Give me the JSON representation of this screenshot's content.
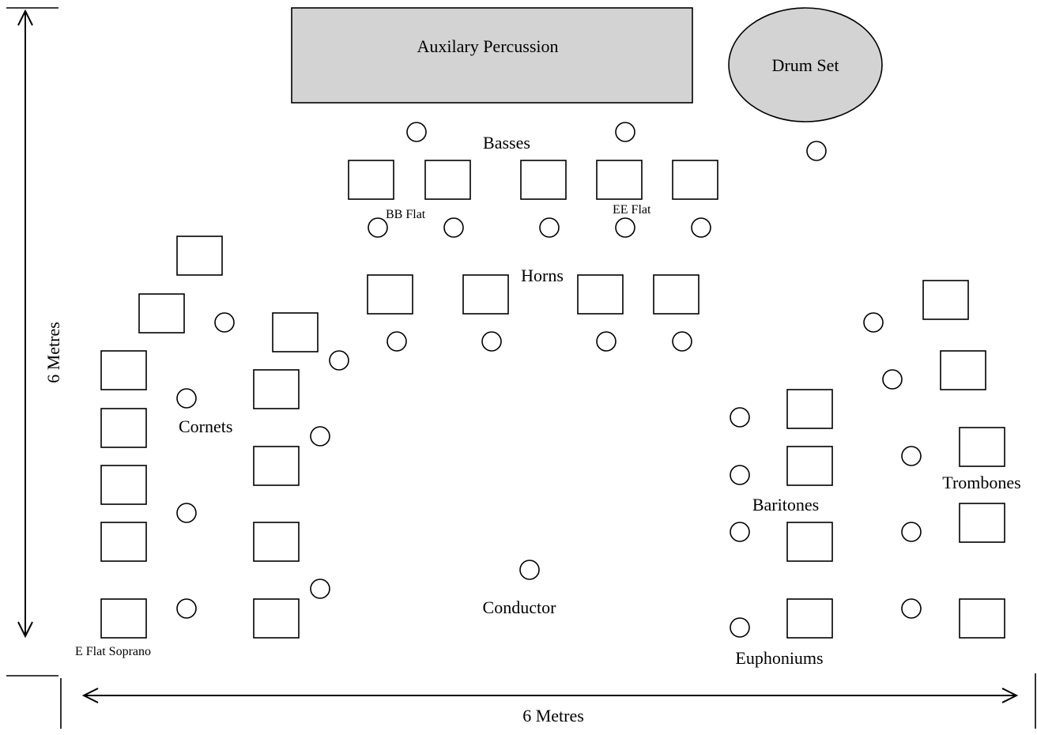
{
  "labels": {
    "auxiliary_percussion": "Auxilary Percussion",
    "drum_set": "Drum Set",
    "basses": "Basses",
    "bb_flat": "BB Flat",
    "ee_flat": "EE Flat",
    "horns": "Horns",
    "cornets": "Cornets",
    "e_flat_soprano": "E Flat Soprano",
    "conductor": "Conductor",
    "baritones": "Baritones",
    "trombones": "Trombones",
    "euphoniums": "Euphoniums",
    "height_dimension": "6 Metres",
    "width_dimension": "6 Metres"
  },
  "colors": {
    "percussion_fill": "#d3d3d3",
    "line": "#000000"
  }
}
